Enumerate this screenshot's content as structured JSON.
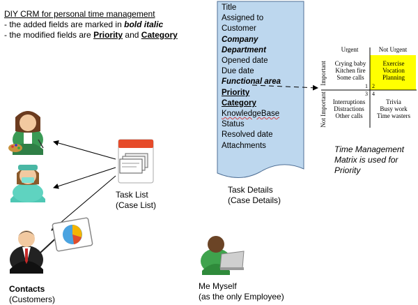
{
  "intro": {
    "title": "DIY CRM for personal time management",
    "line2_prefix": "- the added fields are marked in ",
    "line2_em": "bold italic",
    "line3_prefix": "- the modified fields are ",
    "line3_priority": "Priority",
    "line3_and": " and ",
    "line3_category": "Category"
  },
  "fields": [
    {
      "label": "Title",
      "style": "normal"
    },
    {
      "label": "Assigned to",
      "style": "normal"
    },
    {
      "label": "Customer",
      "style": "normal"
    },
    {
      "label": "Company",
      "style": "added"
    },
    {
      "label": "Department",
      "style": "added"
    },
    {
      "label": "Opened date",
      "style": "normal"
    },
    {
      "label": "Due date",
      "style": "normal"
    },
    {
      "label": "Functional area",
      "style": "added"
    },
    {
      "label": "Priority",
      "style": "modified"
    },
    {
      "label": "Category",
      "style": "modified"
    },
    {
      "label": "KnowledgeBase",
      "style": "spell"
    },
    {
      "label": "Status",
      "style": "normal"
    },
    {
      "label": "Resolved date",
      "style": "normal"
    },
    {
      "label": "Attachments",
      "style": "normal"
    }
  ],
  "task_details": {
    "line1": "Task Details",
    "line2": "(Case Details)"
  },
  "task_list": {
    "line1": "Task List",
    "line2": "(Case List)"
  },
  "contacts": {
    "line1": "Contacts",
    "line2": "(Customers)"
  },
  "me": {
    "line1": "Me Myself",
    "line2": "(as the only Employee)"
  },
  "matrix": {
    "col_urgent": "Urgent",
    "col_not_urgent": "Not Urgent",
    "row_important": "Important",
    "row_not_important": "Not Important",
    "q1": [
      "Crying baby",
      "Kitchen fire",
      "Some calls"
    ],
    "q2": [
      "Exercise",
      "Vocation",
      "Planning"
    ],
    "q3": [
      "Interruptions",
      "Distractions",
      "Other calls"
    ],
    "q4": [
      "Trivia",
      "Busy work",
      "Time wasters"
    ],
    "n1": "1",
    "n2": "2",
    "n3": "3",
    "n4": "4",
    "highlight_color": "#ffff00"
  },
  "tm_caption": {
    "line1": "Time Management",
    "line2": "Matrix is used for",
    "line3": "Priority"
  },
  "colors": {
    "doc_fill": "#bdd7ee",
    "doc_stroke": "#5b7da5"
  }
}
